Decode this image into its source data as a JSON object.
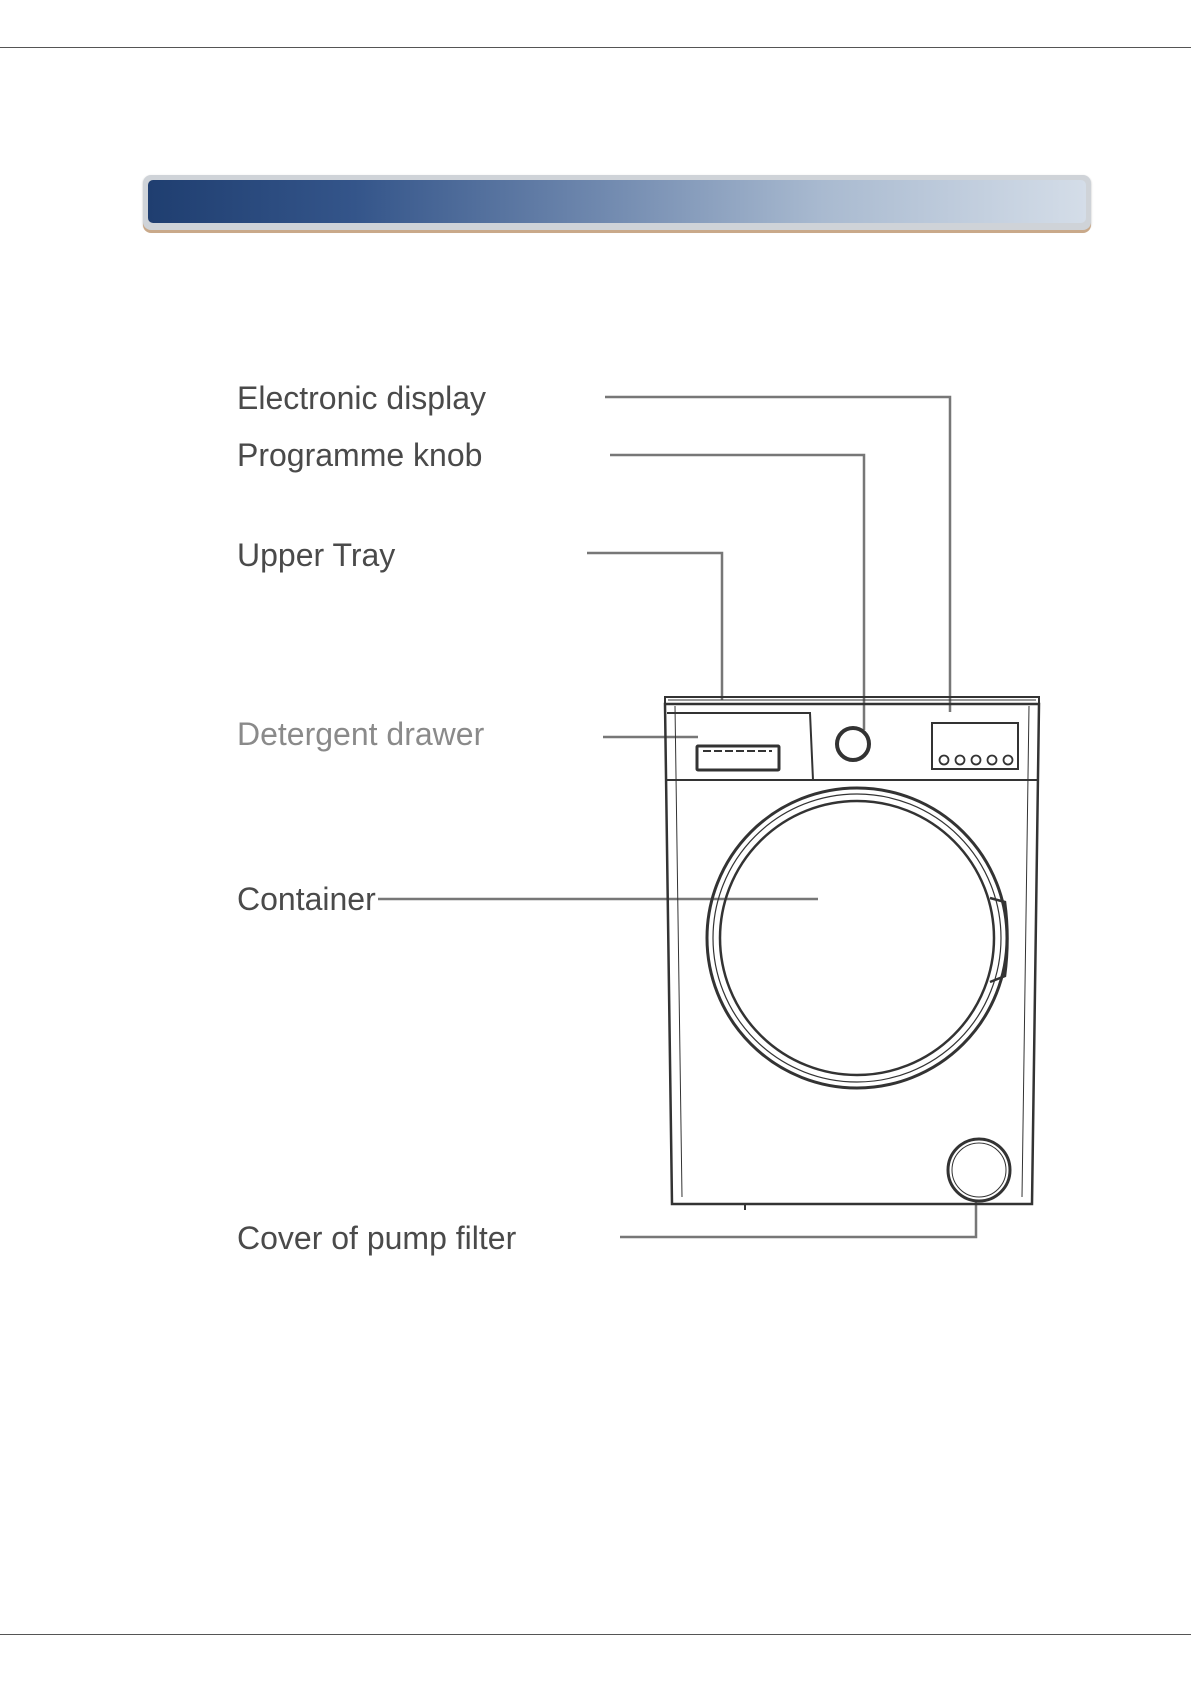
{
  "banner": {
    "title": ""
  },
  "labels": {
    "electronic_display": "Electronic display",
    "programme_knob": "Programme knob",
    "upper_tray": "Upper Tray",
    "detergent_drawer": "Detergent drawer",
    "container": "Container",
    "pump_filter_cover": "Cover of pump filter"
  },
  "colors": {
    "banner_dark": "#1f3e70",
    "banner_light": "#d4dde8",
    "label_text": "#4a4a4a",
    "leader_line": "#777777"
  }
}
